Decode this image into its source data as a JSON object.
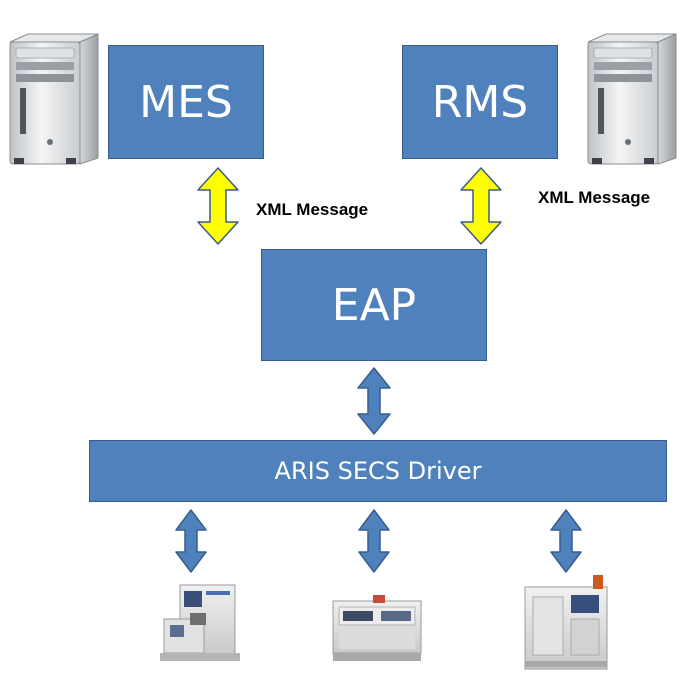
{
  "diagram": {
    "nodes": {
      "mes": "MES",
      "rms": "RMS",
      "eap": "EAP",
      "driver": "ARIS SECS Driver"
    },
    "labels": {
      "xml_left": "XML Message",
      "xml_right": "XML Message"
    },
    "colors": {
      "box_fill": "#4f81bd",
      "box_border": "#385d8a",
      "yellow_arrow": "#ffff00",
      "blue_arrow": "#4f81bd",
      "arrow_border": "#385d8a"
    },
    "icons": {
      "servers": [
        "server-tower-icon",
        "server-tower-icon"
      ],
      "equipment": [
        "semiconductor-tool-icon",
        "semiconductor-tool-icon",
        "semiconductor-tool-icon"
      ]
    }
  }
}
